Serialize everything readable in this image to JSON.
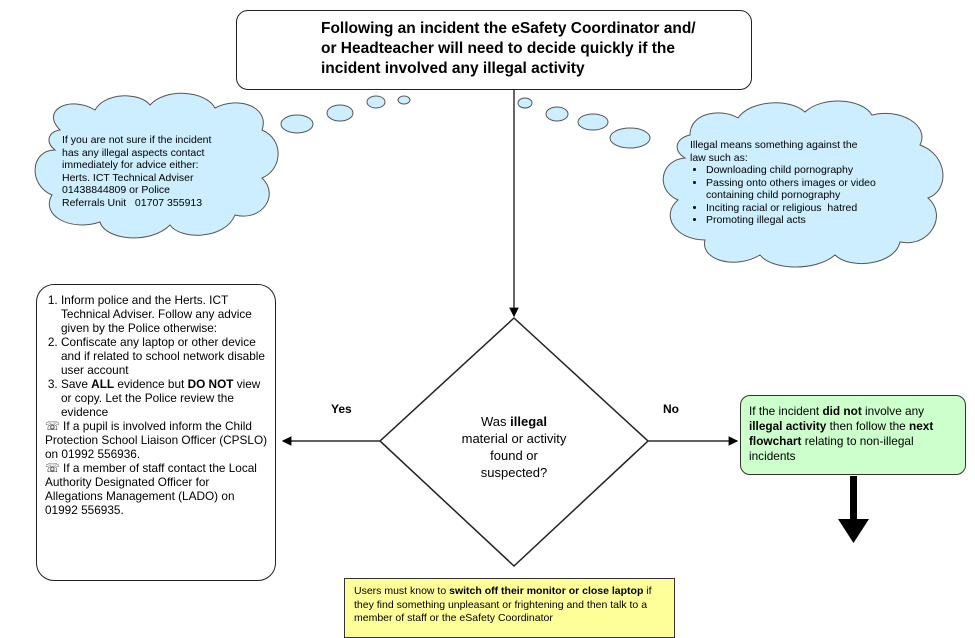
{
  "top_box": {
    "line1": "Following an incident the eSafety Coordinator and/",
    "line2": "or Headteacher will need to decide quickly if the",
    "line3": "incident involved any illegal activity"
  },
  "cloud_left": {
    "l1": "If you are not sure if the incident",
    "l2": "has any illegal aspects contact",
    "l3": "immediately for advice either:",
    "l4": "Herts. ICT Technical Adviser",
    "l5": "01438844809 or Police",
    "l6": "Referrals Unit   01707 355913"
  },
  "cloud_right": {
    "intro1": "Illegal means something against the",
    "intro2": "law such as:",
    "items": [
      "Downloading child pornography",
      "Passing onto others images or video containing child pornography",
      "Inciting racial or religious  hatred",
      "Promoting illegal acts"
    ]
  },
  "left_box": {
    "item1": "Inform police and the Herts. ICT Technical Adviser.  Follow any advice given by the Police otherwise:",
    "item2": "Confiscate any laptop or other device and if related to school network disable user account",
    "item3_a": "Save ",
    "item3_b": "ALL",
    "item3_c": " evidence but ",
    "item3_d": "DO NOT",
    "item3_e": " view or copy. Let the Police review the evidence",
    "pupil": " If a pupil is involved inform the Child Protection School Liaison Officer (CPSLO) on 01992 556936.",
    "staff": " If a member of staff contact the Local Authority Designated Officer for Allegations Management (LADO) on 01992 556935."
  },
  "diamond": {
    "line1_a": "Was ",
    "line1_b": "illegal",
    "line2": "material or activity",
    "line3": "found or",
    "line4": "suspected?"
  },
  "labels": {
    "yes": "Yes",
    "no": "No"
  },
  "green_box": {
    "a": "If the incident ",
    "b": "did not",
    "c": " involve any ",
    "d": "illegal activity",
    "e": " then follow the ",
    "f": "next flowchart",
    "g": " relating to non-illegal incidents"
  },
  "yellow_box": {
    "a": "Users must know to ",
    "b": "switch off their monitor or close laptop",
    "c": " if they find something unpleasant or frightening and then talk to a member of staff or the eSafety Coordinator"
  },
  "colors": {
    "green_fill": "#ccffcc",
    "yellow_fill": "#ffff99",
    "cloud_fill": "#cceeff"
  }
}
